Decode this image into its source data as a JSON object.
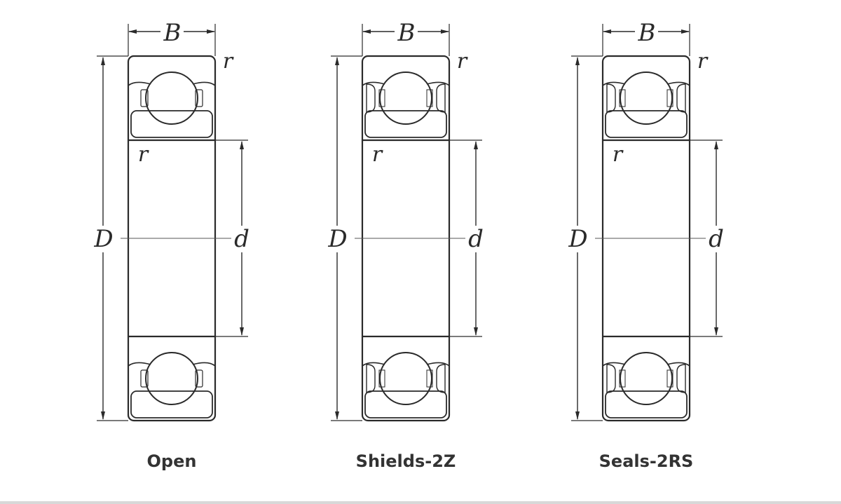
{
  "bearings": [
    {
      "type": "open",
      "caption": "Open",
      "labels": {
        "width": "B",
        "outer_diameter": "D",
        "bore": "d",
        "radius": "r"
      }
    },
    {
      "type": "shielded",
      "caption": "Shields-2Z",
      "labels": {
        "width": "B",
        "outer_diameter": "D",
        "bore": "d",
        "radius": "r"
      }
    },
    {
      "type": "sealed",
      "caption": "Seals-2RS",
      "labels": {
        "width": "B",
        "outer_diameter": "D",
        "bore": "d",
        "radius": "r"
      }
    }
  ],
  "colors": {
    "line": "#2a2a2a",
    "shield_fill": "#b8b8b8",
    "seal_fill": "#7a7a7a",
    "cage_fill": "#c8c8c8"
  }
}
